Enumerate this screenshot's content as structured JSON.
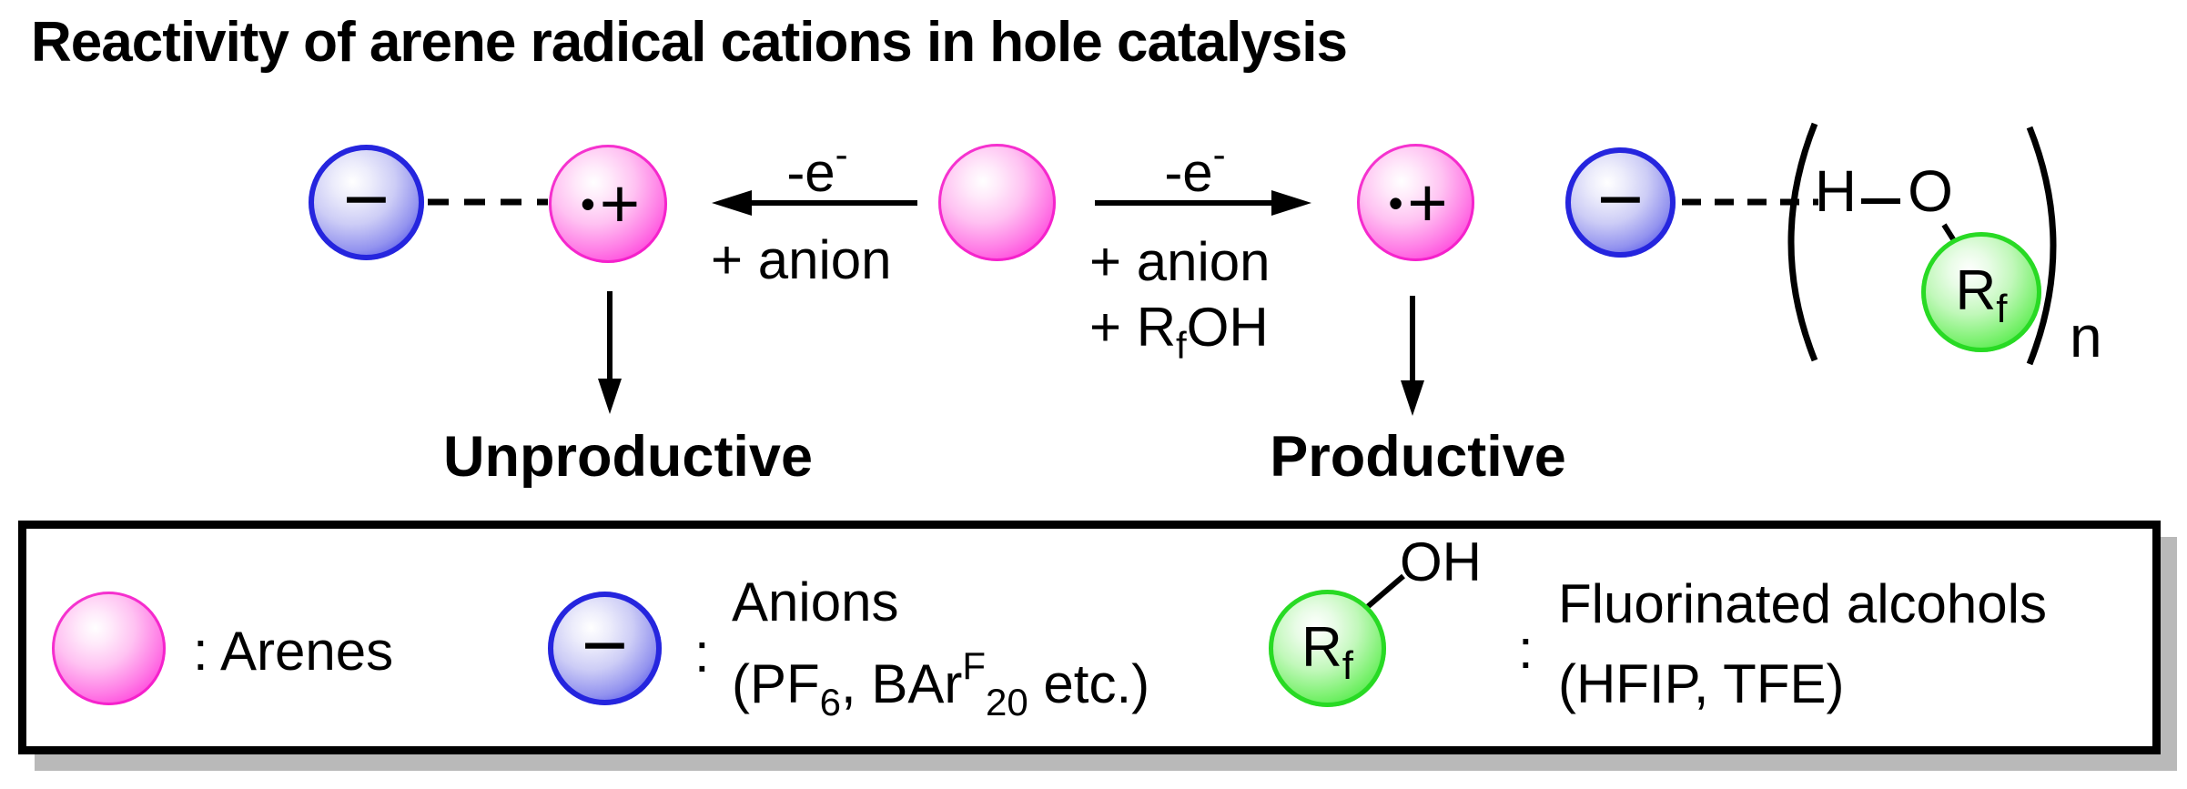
{
  "title": "Reactivity of arene radical cations in hole catalysis",
  "scheme": {
    "radical_cation_dot": "•",
    "radical_cation_plus": "+",
    "anion_minus": "−",
    "left_path": {
      "e_label": "-e",
      "e_sup": "-",
      "anion_label": "+ anion"
    },
    "right_path": {
      "e_label": "-e",
      "e_sup": "-",
      "anion_label": "+ anion",
      "rfoh_pre": "+ R",
      "rfoh_sub": "f",
      "rfoh_post": "OH"
    },
    "outcome_left": "Unproductive",
    "outcome_right": "Productive",
    "adduct": {
      "h": "H",
      "o": "O",
      "r": "R",
      "r_sub": "f",
      "repeat_sub": "n"
    }
  },
  "legend": {
    "arenes": {
      "label": ": Arenes"
    },
    "anions": {
      "minus": "−",
      "colon": ":",
      "line1": "Anions",
      "line2_pre": "(PF",
      "line2_sub1": "6",
      "line2_mid": ", BAr",
      "line2_sup": "F",
      "line2_sub2": "20",
      "line2_post": " etc.)"
    },
    "alcohols": {
      "r": "R",
      "r_sub": "f",
      "oh": "OH",
      "colon": ":",
      "line1": "Fluorinated alcohols",
      "line2": "(HFIP, TFE)"
    }
  },
  "colors": {
    "arene_pink": "#f318c8",
    "anion_blue": "#2525de",
    "alcohol_green": "#28da24",
    "shadow_gray": "#b9b9b9"
  }
}
